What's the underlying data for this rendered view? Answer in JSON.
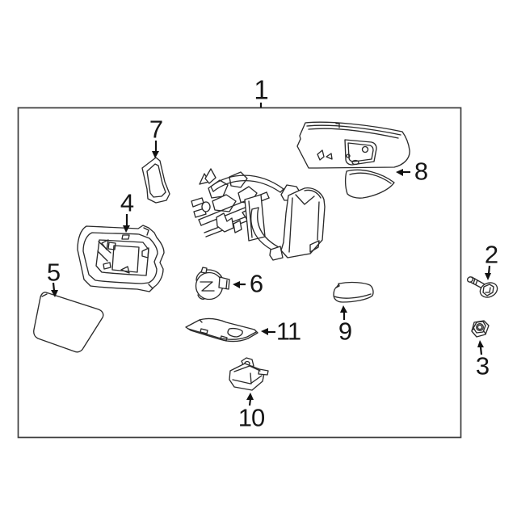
{
  "diagram": {
    "figure_type": "exploded parts diagram - side mirror assembly",
    "background_color": "#ffffff",
    "line_color": "#2b2b2b",
    "callouts": [
      {
        "label": "1"
      },
      {
        "label": "2"
      },
      {
        "label": "3"
      },
      {
        "label": "4"
      },
      {
        "label": "5"
      },
      {
        "label": "6"
      },
      {
        "label": "7"
      },
      {
        "label": "8"
      },
      {
        "label": "9"
      },
      {
        "label": "10"
      },
      {
        "label": "11"
      }
    ]
  }
}
